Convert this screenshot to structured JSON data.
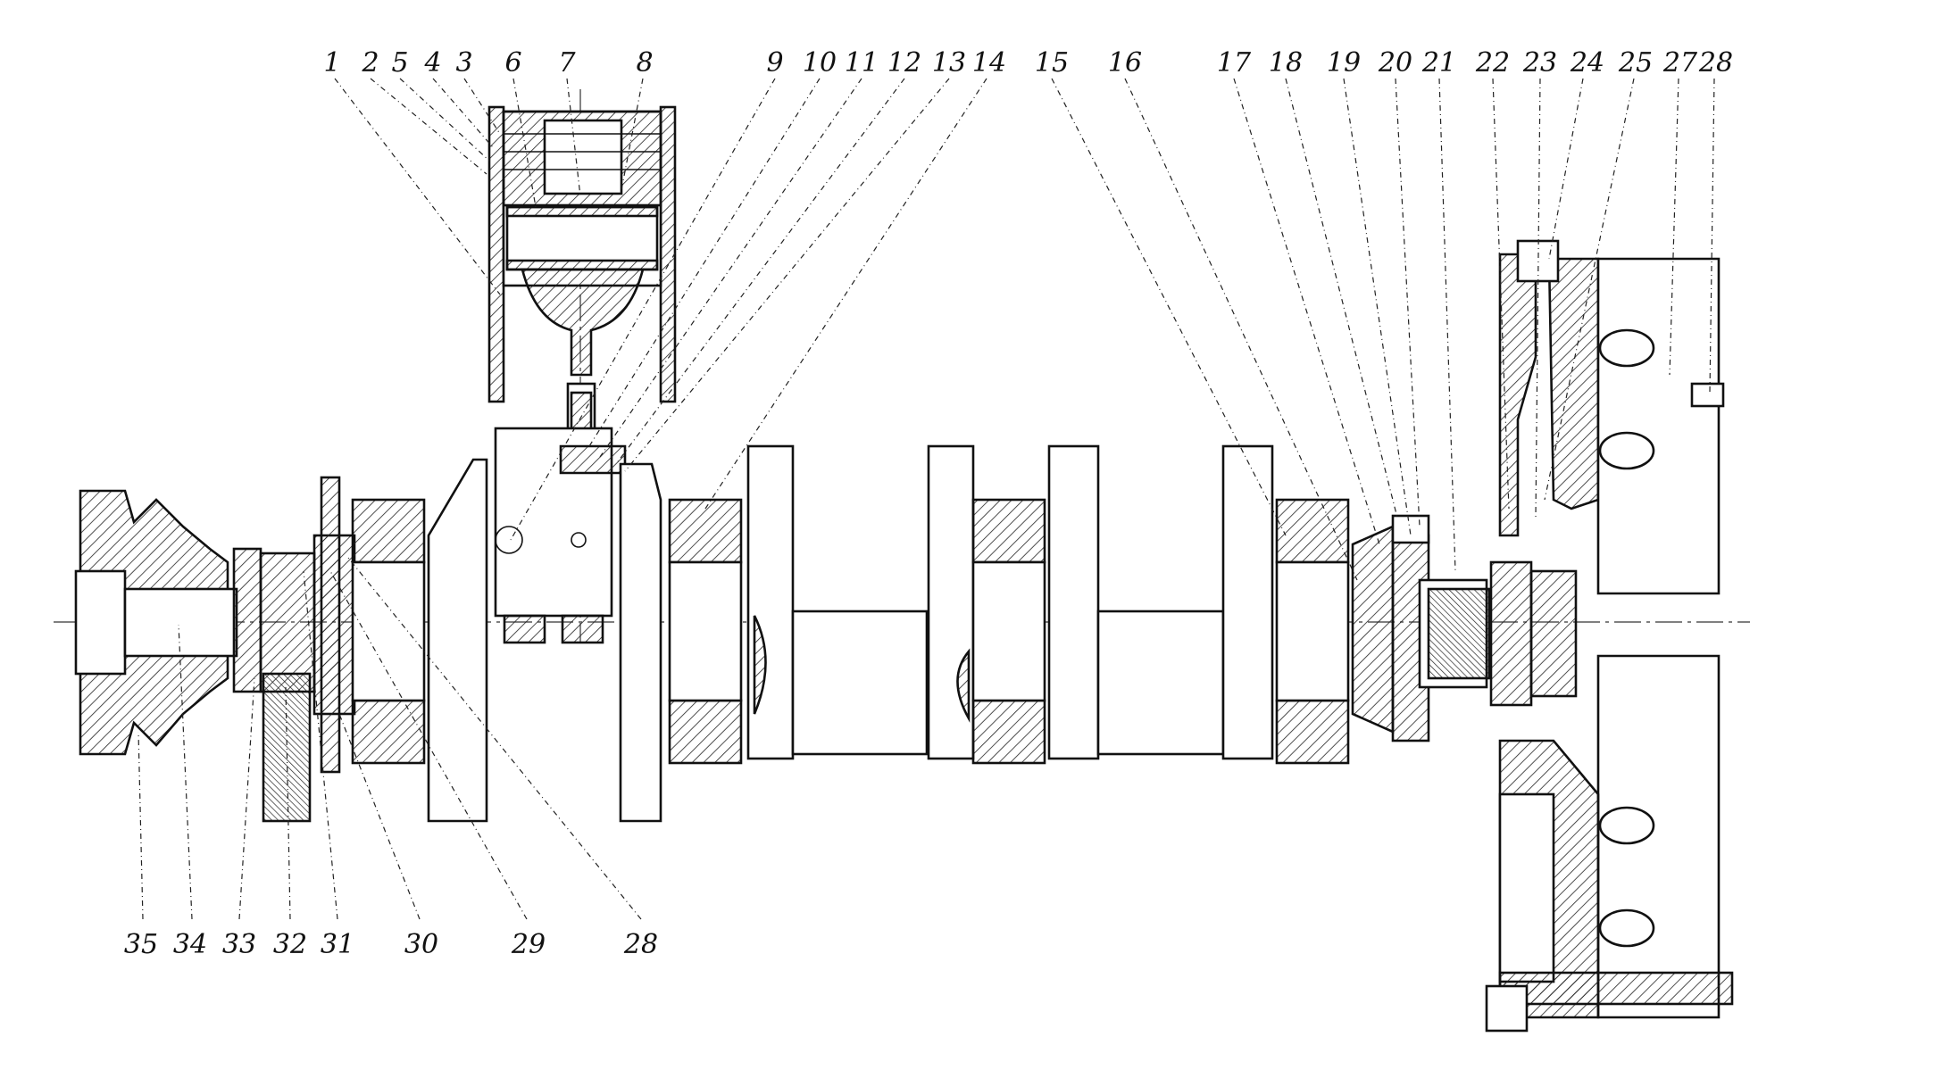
{
  "callouts_top": [
    "1",
    "2",
    "5",
    "4",
    "3",
    "6",
    "7",
    "8",
    "9",
    "10",
    "11",
    "12",
    "13",
    "14",
    "15",
    "16",
    "17",
    "18",
    "19",
    "20",
    "21",
    "22",
    "23",
    "24",
    "25",
    "27",
    "28"
  ],
  "callouts_bottom": [
    "35",
    "34",
    "33",
    "32",
    "31",
    "30",
    "29",
    "28"
  ]
}
